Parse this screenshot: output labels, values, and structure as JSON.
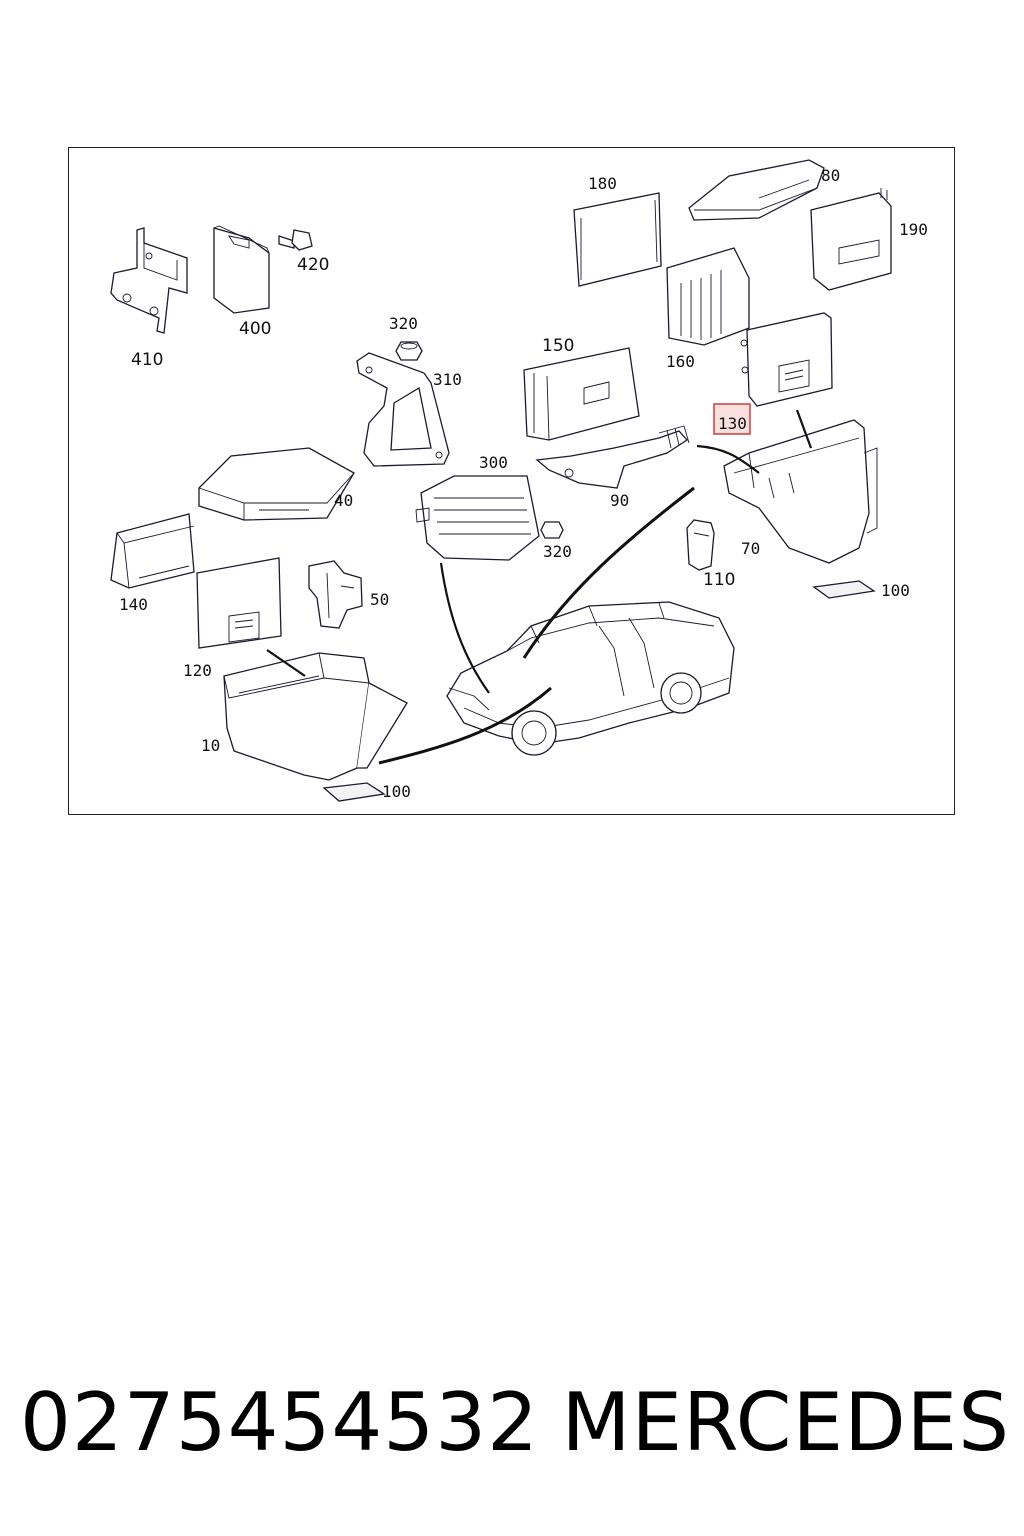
{
  "diagram": {
    "labels": {
      "p10": "10",
      "p40": "40",
      "p50": "50",
      "p70": "70",
      "p80": "80",
      "p90": "90",
      "p100a": "100",
      "p100b": "100",
      "p110": "110",
      "p120": "120",
      "p130": "130",
      "p140": "140",
      "p150": "150",
      "p160": "160",
      "p180": "180",
      "p190": "190",
      "p300": "300",
      "p310": "310",
      "p320a": "320",
      "p320b": "320",
      "p400": "400",
      "p410": "410",
      "p420": "420"
    },
    "highlighted_part": "130",
    "colors": {
      "line": "#1b1b2e",
      "highlight": "#d23b3b"
    }
  },
  "caption": {
    "part_number": "0275454532",
    "brand": "MERCEDES"
  }
}
